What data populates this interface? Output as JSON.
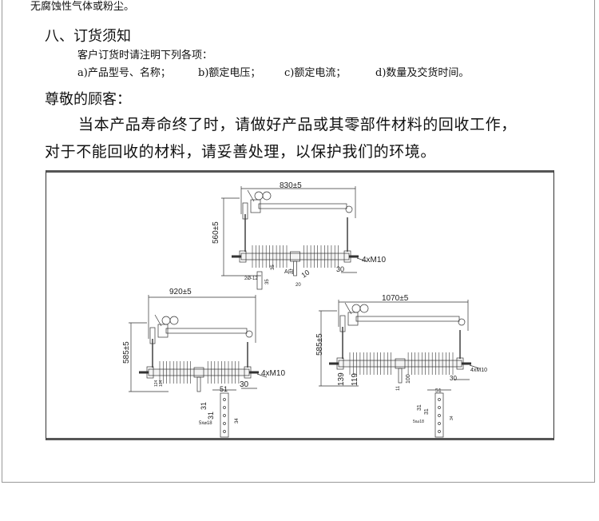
{
  "doc": {
    "prev_line": "无腐蚀性气体或粉尘。",
    "section_title": "八、订货须知",
    "order_intro": "客户订货时请注明下列各项：",
    "order_items": [
      "a)产品型号、名称；",
      "b)额定电压；",
      "c)额定电流；",
      "d)数量及交货时间。"
    ],
    "greeting": "尊敬的顾客：",
    "recycle_line1": "当本产品寿命终了时，请做好产品或其零部件材料的回收工作，",
    "recycle_line2": "对于不能回收的材料，请妥善处理，以保护我们的环境。"
  },
  "drawings": {
    "d1": {
      "width": "830±5",
      "height": "560±5",
      "bolt": "4xM10",
      "offset": "30",
      "view": "A向",
      "dim10": "10",
      "dim20": "20",
      "hole": "2Ø-12",
      "dim35a": "35",
      "dim35b": "35"
    },
    "d2": {
      "width": "920±5",
      "height": "585±5",
      "bolt": "4xM10",
      "offset": "30",
      "plate_w": "51",
      "pitch1": "31",
      "pitch2": "31",
      "holes": "5x⌀18",
      "pitch3": "34",
      "d124": "124",
      "d104": "104"
    },
    "d3": {
      "width": "1070±5",
      "height": "585±5",
      "bolt": "4xM10",
      "offset": "30",
      "d139": "139",
      "d119": "119",
      "d100": "100",
      "d11": "11",
      "plate_w": "51",
      "pitch1": "31",
      "pitch2": "31",
      "holes": "5x⌀18",
      "pitch3": "34"
    }
  }
}
